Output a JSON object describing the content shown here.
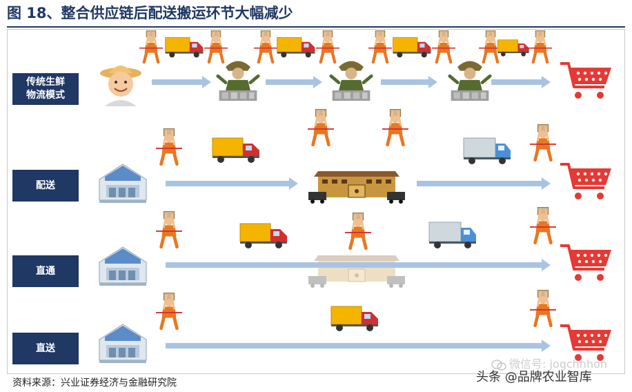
{
  "title": "图 18、整合供应链后配送搬运环节大幅减少",
  "rows": [
    {
      "label_line1": "传统生鲜",
      "label_line2": "物流模式"
    },
    {
      "label_line1": "配送",
      "label_line2": ""
    },
    {
      "label_line1": "直通",
      "label_line2": ""
    },
    {
      "label_line1": "直送",
      "label_line2": ""
    }
  ],
  "source": "资料来源：兴业证券经济与金融研究院",
  "watermark_wechat": "微信号: jogchnhon",
  "watermark_channel": "头条 @品牌农业智库",
  "icons": {
    "porter": "porter-icon",
    "yellow_truck": "yellow-truck-icon",
    "blue_truck": "blue-truck-icon",
    "farmer": "farmer-icon",
    "vendor": "vendor-icon",
    "factory": "factory-icon",
    "warehouse": "warehouse-icon",
    "cart": "shopping-cart-icon"
  },
  "colors": {
    "label_bg": "#1f3864",
    "arrow": "#a9c4e2",
    "porter": "#e87722",
    "truck_yellow": "#f4b400",
    "truck_blue": "#4a90d9",
    "cart": "#e53935"
  }
}
